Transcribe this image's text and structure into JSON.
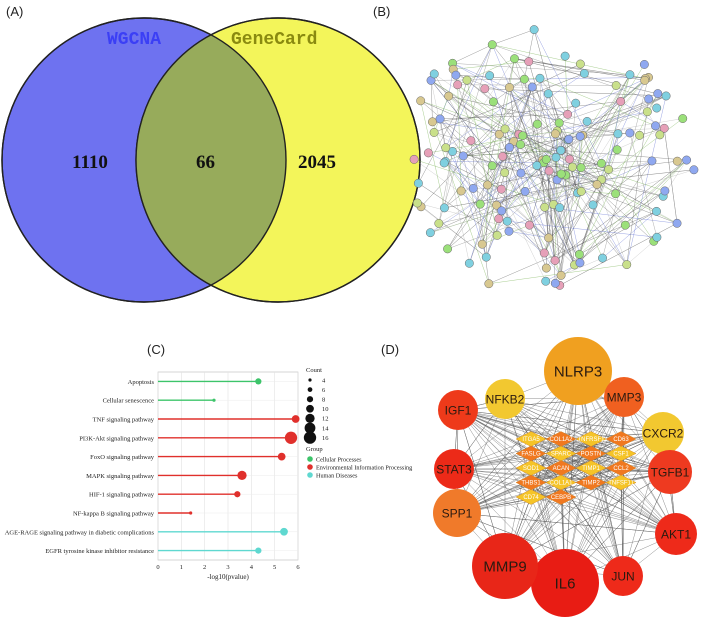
{
  "panels": {
    "a": "(A)",
    "b": "(B)",
    "c": "(C)",
    "d": "(D)"
  },
  "venn": {
    "left_label": "WGCNA",
    "right_label": "GeneCard",
    "left_only": "1110",
    "overlap": "66",
    "right_only": "2045",
    "colors": {
      "left_fill": "#6e72f0",
      "right_fill": "#f3f55a",
      "overlap_fill": "#97ab5b",
      "left_label": "#3b3ff5",
      "right_label": "#8a8a10"
    }
  },
  "ppi_network": {
    "description_visible": "STRING protein-protein interaction network of overlapping genes",
    "node_palette": [
      "#9be07a",
      "#8fa8f0",
      "#e6a0b8",
      "#c9e08a",
      "#7fd0e0",
      "#d8c890"
    ]
  },
  "chart_data": {
    "type": "lollipop",
    "categories": [
      "Apoptosis",
      "Cellular senescence",
      "TNF signaling pathway",
      "PI3K-Akt signaling pathway",
      "FoxO signaling pathway",
      "MAPK signaling pathway",
      "HIF-1 signaling pathway",
      "NF-kappa B signaling pathway",
      "AGE-RAGE signaling pathway in diabetic complications",
      "EGFR tyrosine kinase inhibitor resistance"
    ],
    "values": [
      4.3,
      2.4,
      5.9,
      5.7,
      5.3,
      3.6,
      3.4,
      1.4,
      5.4,
      4.3
    ],
    "counts": [
      8,
      4,
      10,
      16,
      10,
      12,
      8,
      4,
      10,
      8
    ],
    "groups": [
      "Cellular Processes",
      "Cellular Processes",
      "Environmental Information Processing",
      "Environmental Information Processing",
      "Environmental Information Processing",
      "Environmental Information Processing",
      "Environmental Information Processing",
      "Environmental Information Processing",
      "Human Diseases",
      "Human Diseases"
    ],
    "xlabel": "-log10(pvalue)",
    "xlim": [
      0,
      6
    ],
    "xticks": [
      "0",
      "1",
      "2",
      "3",
      "4",
      "5",
      "6"
    ],
    "grid": true,
    "size_legend": {
      "title": "Count",
      "values": [
        "4",
        "6",
        "8",
        "10",
        "12",
        "14",
        "16"
      ]
    },
    "color_legend": {
      "title": "Group",
      "items": [
        {
          "name": "Cellular Processes",
          "color": "#3dc46a"
        },
        {
          "name": "Environmental Information Processing",
          "color": "#e0302c"
        },
        {
          "name": "Human Diseases",
          "color": "#5fd8d0"
        }
      ]
    }
  },
  "hub_network": {
    "outer_nodes": [
      {
        "label": "NLRP3",
        "color": "#f0a020",
        "size": "large"
      },
      {
        "label": "MMP3",
        "color": "#f06020",
        "size": "medium"
      },
      {
        "label": "CXCR2",
        "color": "#f2c830",
        "size": "medium"
      },
      {
        "label": "TGFB1",
        "color": "#ee3a20",
        "size": "medium"
      },
      {
        "label": "AKT1",
        "color": "#ee2a1a",
        "size": "medium"
      },
      {
        "label": "JUN",
        "color": "#ee2a1a",
        "size": "medium"
      },
      {
        "label": "IL6",
        "color": "#e81c14",
        "size": "large"
      },
      {
        "label": "MMP9",
        "color": "#e82618",
        "size": "large"
      },
      {
        "label": "SPP1",
        "color": "#f07a2a",
        "size": "medium"
      },
      {
        "label": "STAT3",
        "color": "#ec2a18",
        "size": "medium"
      },
      {
        "label": "IGF1",
        "color": "#ee3a1a",
        "size": "medium"
      },
      {
        "label": "NFKB2",
        "color": "#f2c830",
        "size": "medium"
      }
    ],
    "inner_nodes": [
      [
        "ITGA5",
        "COL1A2",
        "TNFRSF1",
        "CD63"
      ],
      [
        "FASLG",
        "SPARC",
        "POSTN",
        "CSF1"
      ],
      [
        "SOD1",
        "ACAN",
        "TIMP1",
        "CCL2"
      ],
      [
        "THBS1",
        "COL1A1",
        "TIMP2",
        "TNFSF11"
      ],
      [
        "CD74",
        "CEBPB"
      ]
    ],
    "inner_colors": {
      "diamond_orange": "#f07820",
      "diamond_yellow": "#f5c428",
      "edge": "#555555"
    }
  }
}
